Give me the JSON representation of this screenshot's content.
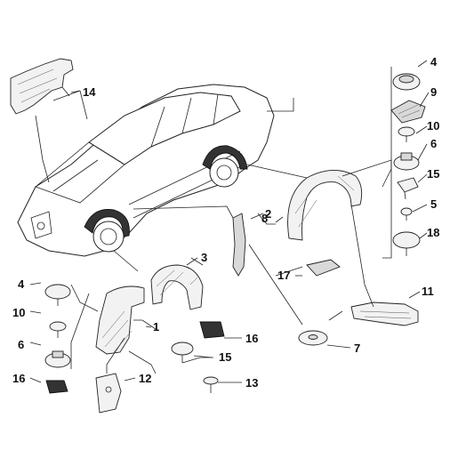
{
  "diagram": {
    "background": "#ffffff",
    "ink": "#222222",
    "labels": [
      {
        "id": "p14",
        "text": "14"
      },
      {
        "id": "p4a",
        "text": "4"
      },
      {
        "id": "p9",
        "text": "9"
      },
      {
        "id": "p10a",
        "text": "10"
      },
      {
        "id": "p6a",
        "text": "6"
      },
      {
        "id": "p15a",
        "text": "15"
      },
      {
        "id": "p5",
        "text": "5"
      },
      {
        "id": "p18",
        "text": "18"
      },
      {
        "id": "p2",
        "text": "2"
      },
      {
        "id": "p8",
        "text": "8"
      },
      {
        "id": "p3",
        "text": "3"
      },
      {
        "id": "p17",
        "text": "17"
      },
      {
        "id": "p11",
        "text": "11"
      },
      {
        "id": "p4b",
        "text": "4"
      },
      {
        "id": "p10b",
        "text": "10"
      },
      {
        "id": "p6b",
        "text": "6"
      },
      {
        "id": "p16a",
        "text": "16"
      },
      {
        "id": "p1",
        "text": "1"
      },
      {
        "id": "p16b",
        "text": "16"
      },
      {
        "id": "p15b",
        "text": "15"
      },
      {
        "id": "p7",
        "text": "7"
      },
      {
        "id": "p12",
        "text": "12"
      },
      {
        "id": "p13",
        "text": "13"
      }
    ]
  }
}
